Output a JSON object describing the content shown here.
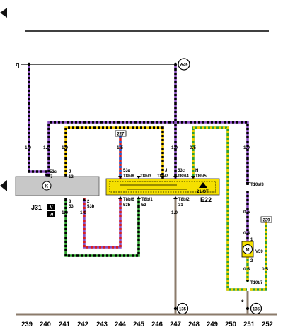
{
  "header": {
    "arrow_icon": "triangle-left-icon"
  },
  "diagram": {
    "top_source": "q",
    "source_node": "A49",
    "ground_node": "135",
    "star_marker": "*",
    "side_arrow_icon": "triangle-left-icon",
    "components": {
      "j31": {
        "name": "J31",
        "symbol": "K",
        "badge_top": "V",
        "badge_bottom": "VI"
      },
      "e22": {
        "name": "E22",
        "extra": "21/OT",
        "box_color": "#f5e000"
      },
      "v59": {
        "name": "V59",
        "symbol": "M"
      }
    },
    "wire_labels": [
      {
        "id": "w1",
        "text": "1.0"
      },
      {
        "id": "w2",
        "text": "1.0"
      },
      {
        "id": "w3",
        "text": "1.0"
      },
      {
        "id": "w4",
        "text": "1.5"
      },
      {
        "id": "w5",
        "text": "1.0"
      },
      {
        "id": "w6",
        "text": "0.5"
      },
      {
        "id": "w7",
        "text": "1.0"
      },
      {
        "id": "w8",
        "text": "0.5"
      },
      {
        "id": "w9",
        "text": "1.0"
      },
      {
        "id": "w10",
        "text": "1.0"
      },
      {
        "id": "w11",
        "text": "1.0"
      },
      {
        "id": "w12",
        "text": "0.5"
      },
      {
        "id": "w13",
        "text": "0.5"
      },
      {
        "id": "w14",
        "text": "0.5"
      }
    ],
    "pin_labels": [
      {
        "id": "p1",
        "text": "53c"
      },
      {
        "id": "p2",
        "text": "7"
      },
      {
        "id": "p3",
        "text": "J"
      },
      {
        "id": "p4",
        "text": "12"
      },
      {
        "id": "p5",
        "text": "8"
      },
      {
        "id": "p6",
        "text": "53"
      },
      {
        "id": "p7",
        "text": "2"
      },
      {
        "id": "p8",
        "text": "53b"
      },
      {
        "id": "p9",
        "text": "53a"
      },
      {
        "id": "p10",
        "text": "T8b/8"
      },
      {
        "id": "p11",
        "text": "T8b/3"
      },
      {
        "id": "p12",
        "text": "J"
      },
      {
        "id": "p13",
        "text": "T8b/7"
      },
      {
        "id": "p14",
        "text": "53c"
      },
      {
        "id": "p15",
        "text": "T8b/4"
      },
      {
        "id": "p16",
        "text": "H"
      },
      {
        "id": "p17",
        "text": "T8b/5"
      },
      {
        "id": "p18",
        "text": "T8b/6"
      },
      {
        "id": "p19",
        "text": "53b"
      },
      {
        "id": "p20",
        "text": "T8b/1"
      },
      {
        "id": "p21",
        "text": "53"
      },
      {
        "id": "p22",
        "text": "T8b/2"
      },
      {
        "id": "p23",
        "text": "31"
      },
      {
        "id": "p24",
        "text": "T10s/3"
      },
      {
        "id": "p25",
        "text": "T10t/7"
      },
      {
        "id": "p26",
        "text": "1"
      },
      {
        "id": "p27",
        "text": "2"
      }
    ],
    "ref_boxes": [
      {
        "id": "r1",
        "text": "227"
      },
      {
        "id": "r2",
        "text": "229"
      }
    ],
    "scale": [
      "239",
      "240",
      "241",
      "242",
      "243",
      "244",
      "245",
      "246",
      "247",
      "248",
      "249",
      "250",
      "251",
      "252"
    ]
  }
}
